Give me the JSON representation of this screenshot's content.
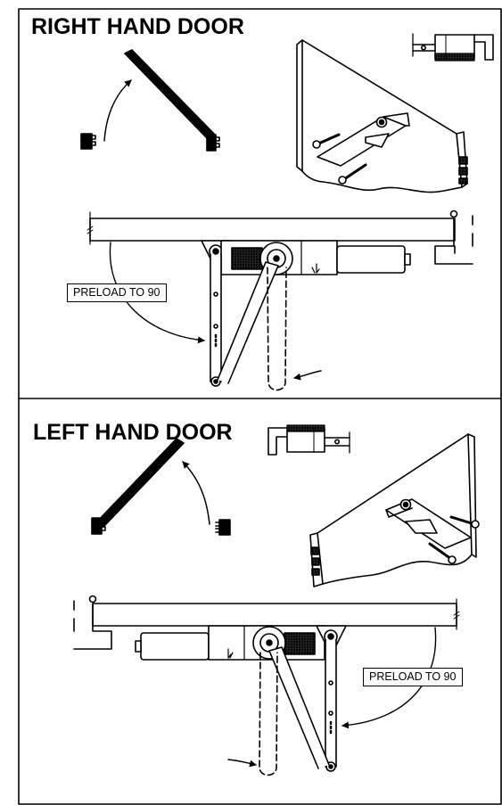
{
  "panels": {
    "right": {
      "title": "RIGHT HAND DOOR",
      "callout": "PRELOAD TO 90"
    },
    "left": {
      "title": "LEFT HAND DOOR",
      "callout": "PRELOAD TO 90"
    }
  },
  "icons": [
    "door-swing-diagram",
    "arm-bracket-detail",
    "door-screw-mounting-view",
    "door-closer-assembly"
  ]
}
